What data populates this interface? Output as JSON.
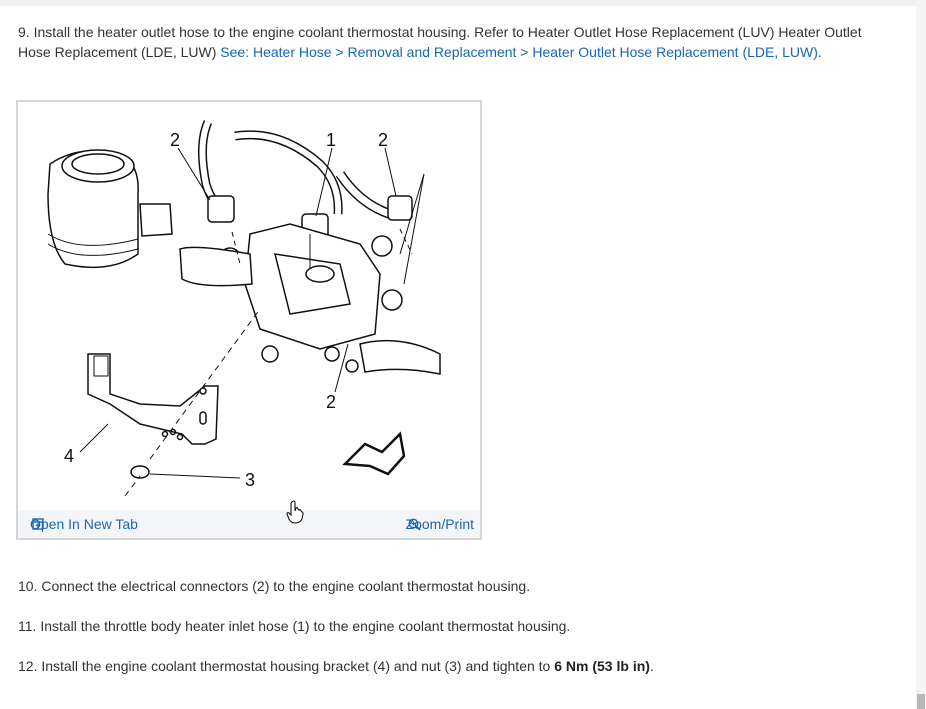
{
  "step9": {
    "text": "9. Install the heater outlet hose to the engine coolant thermostat housing. Refer to Heater Outlet Hose Replacement (LUV) Heater Outlet Hose Replacement (LDE, LUW) ",
    "link": "See: Heater Hose > Removal and Replacement > Heater Outlet Hose Replacement (LDE, LUW)",
    "end": "."
  },
  "figure": {
    "callouts": {
      "c2a": "2",
      "c1": "1",
      "c2b": "2",
      "c2c": "2",
      "c4": "4",
      "c3": "3"
    },
    "open_tab_label": "Open In New Tab",
    "zoom_label": "Zoom/Print"
  },
  "steps": {
    "s10": "10. Connect the electrical connectors (2) to the engine coolant thermostat housing.",
    "s11": "11. Install the throttle body heater inlet hose (1) to the engine coolant thermostat housing.",
    "s12_text": "12. Install the engine coolant thermostat housing bracket (4) and nut (3) and tighten to ",
    "s12_spec": "6 Nm (53 lb in)",
    "s12_end": "."
  },
  "colors": {
    "link": "#1a66b3",
    "text": "#333333",
    "footer_bg": "#f4f5f8"
  }
}
